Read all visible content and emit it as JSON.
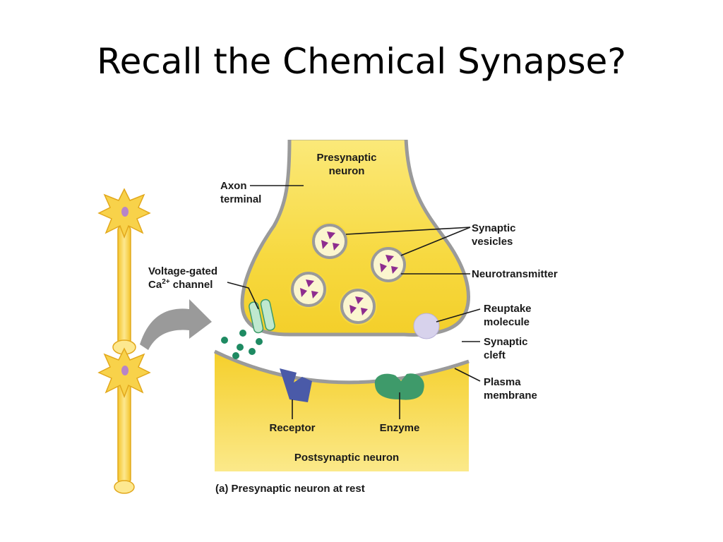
{
  "slide": {
    "title": "Recall the Chemical Synapse?"
  },
  "labels": {
    "presynaptic_line1": "Presynaptic",
    "presynaptic_line2": "neuron",
    "axon_line1": "Axon",
    "axon_line2": "terminal",
    "vesicles_line1": "Synaptic",
    "vesicles_line2": "vesicles",
    "neurotransmitter": "Neurotransmitter",
    "vgc_line1": "Voltage-gated",
    "vgc_ca": "Ca",
    "vgc_sup": "2+",
    "vgc_channel": " channel",
    "reuptake_line1": "Reuptake",
    "reuptake_line2": "molecule",
    "cleft_line1": "Synaptic",
    "cleft_line2": "cleft",
    "plasma_line1": "Plasma",
    "plasma_line2": "membrane",
    "receptor": "Receptor",
    "enzyme": "Enzyme",
    "postsynaptic": "Postsynaptic neuron"
  },
  "caption": {
    "tag": "(a)",
    "text": " Presynaptic neuron at rest"
  },
  "colors": {
    "neuron_yellow": "#f7d940",
    "neuron_light": "#fbeb8a",
    "membrane_gray": "#9a9a9a",
    "vesicle_fill": "#fbf6cf",
    "neurotransmitter_purple": "#8e2d8f",
    "receptor_blue": "#4a5aa8",
    "enzyme_green": "#3e9a6a",
    "ca_ion_green": "#1e8a62",
    "reuptake_lavender": "#d7d2ec",
    "arrow_gray": "#9a9a9a"
  }
}
